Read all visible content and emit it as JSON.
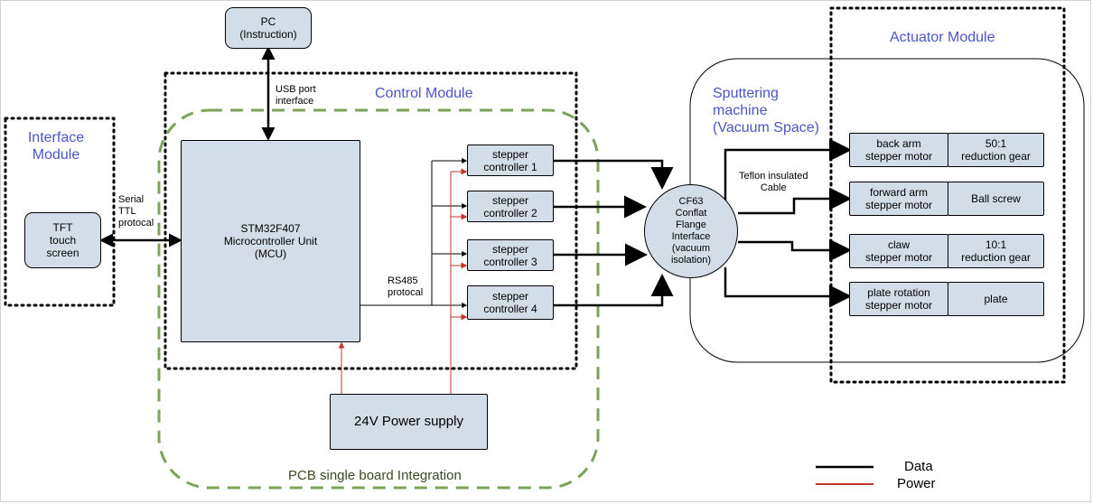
{
  "modules": {
    "interface": "Interface\nModule",
    "control": "Control Module",
    "actuator": "Actuator Module",
    "sputtering": "Sputtering\nmachine\n(Vacuum Space)",
    "pcb": "PCB single board Integration"
  },
  "blocks": {
    "pc": "PC\n(Instruction)",
    "tft": "TFT\ntouch\nscreen",
    "mcu": "STM32F407\nMicrocontroller Unit\n(MCU)",
    "power": "24V Power supply",
    "cf63": "CF63\nConflat\nFlange\nInterface\n(vacuum\nisolation)",
    "controllers": [
      "stepper\ncontroller 1",
      "stepper\ncontroller 2",
      "stepper\ncontroller 3",
      "stepper\ncontroller 4"
    ],
    "motors": [
      "back arm\nstepper motor",
      "forward arm\nstepper motor",
      "claw\nstepper motor",
      "plate rotation\nstepper motor"
    ],
    "transmissions": [
      "50:1\nreduction gear",
      "Ball screw",
      "10:1\nreduction gear",
      "plate"
    ]
  },
  "labels": {
    "usb": "USB port\ninterface",
    "serial": "Serial\nTTL\nprotocal",
    "rs485": "RS485\nprotocal",
    "teflon": "Teflon insulated\nCable"
  },
  "legend": {
    "data": "Data",
    "power": "Power",
    "data_color": "#000000",
    "power_color": "#c0392b"
  }
}
